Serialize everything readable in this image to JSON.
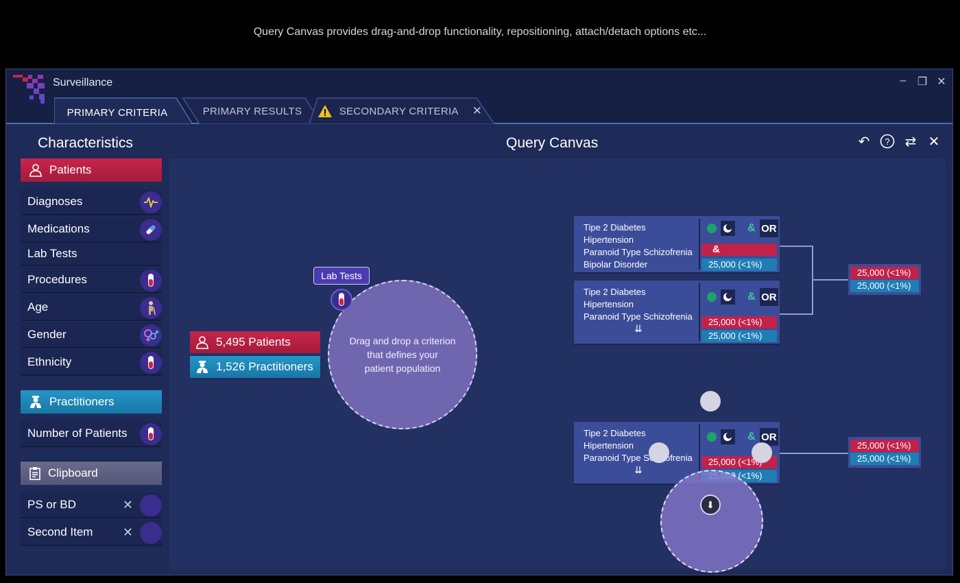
{
  "caption": "Query Canvas provides drag-and-drop functionality, repositioning, attach/detach options etc...",
  "window": {
    "title": "Surveillance"
  },
  "tabs": [
    {
      "label": "PRIMARY CRITERIA",
      "active": true
    },
    {
      "label": "PRIMARY RESULTS",
      "active": false
    },
    {
      "label": "SECONDARY CRITERIA",
      "active": false,
      "warning": true,
      "closable": true
    }
  ],
  "sidebar": {
    "title": "Characteristics",
    "patients_label": "Patients",
    "patient_items": [
      {
        "label": "Diagnoses",
        "icon": "pulse-icon"
      },
      {
        "label": "Medications",
        "icon": "pill-icon"
      },
      {
        "label": "Lab Tests",
        "icon": ""
      },
      {
        "label": "Procedures",
        "icon": "test-tube-icon"
      },
      {
        "label": "Age",
        "icon": "elderly-icon"
      },
      {
        "label": "Gender",
        "icon": "gender-icon"
      },
      {
        "label": "Ethnicity",
        "icon": "test-tube-icon"
      }
    ],
    "practitioners_label": "Practitioners",
    "practitioner_items": [
      {
        "label": "Number of Patients",
        "icon": "test-tube-icon"
      }
    ],
    "clipboard_label": "Clipboard",
    "clipboard_items": [
      {
        "label": "PS or BD"
      },
      {
        "label": "Second Item"
      }
    ]
  },
  "canvas": {
    "title": "Query Canvas",
    "patients_count": "5,495 Patients",
    "practitioners_count": "1,526 Practitioners",
    "drop_text_1": "Drag and drop a criterion",
    "drop_text_2": "that defines your",
    "drop_text_3": "patient population",
    "tooltip": "Lab Tests",
    "and_symbol": "&",
    "or_label": "OR",
    "cards": [
      {
        "names": [
          "Tipe 2 Diabetes",
          "Hipertension",
          "Paranoid Type Schizofrenia",
          "Bipolar Disorder"
        ],
        "bar_red": "&",
        "bar_blue": "25,000 (<1%)"
      },
      {
        "names": [
          "Tipe 2 Diabetes",
          "Hipertension",
          "Paranoid Type Schizofrenia"
        ],
        "bar_red": "25,000 (<1%)",
        "bar_blue": "25,000 (<1%)"
      },
      {
        "names": [
          "Tipe 2 Diabetes",
          "Hipertension",
          "Paranoid Type Schizofrenia"
        ],
        "bar_red": "25,000 (<1%)",
        "bar_blue": "25,000 (<1%)"
      }
    ],
    "summaries": [
      {
        "red": "25,000 (<1%)",
        "blue": "25,000 (<1%)"
      },
      {
        "red": "25,000 (<1%)",
        "blue": "25,000 (<1%)"
      }
    ]
  },
  "colors": {
    "patients": "#c8244a",
    "practitioners": "#2596c7",
    "clipboard": "#6a6a8c",
    "canvas_bg": "#223062",
    "bubble": "#7066b0"
  }
}
